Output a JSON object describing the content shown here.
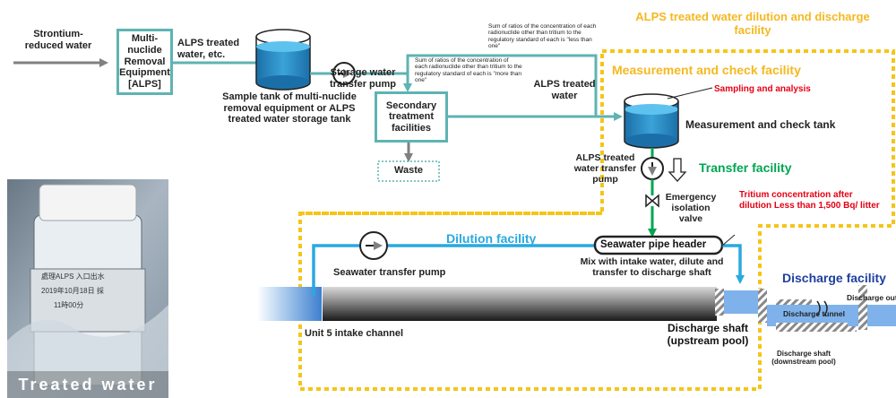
{
  "title": "ALPS treated water dilution and discharge facility",
  "input_label": "Strontium-reduced water",
  "alps_box": "Multi-nuclide Removal Equipment [ALPS]",
  "alps_out": "ALPS treated water, etc.",
  "sample_tank": "Sample tank of multi-nuclide removal equipment or ALPS treated water storage tank",
  "storage_pump": "Storage water transfer pump",
  "note_less": "Sum of ratios of the concentration of each radionuclide other than tritium to the regulatory standard of each is \"less than one\"",
  "note_more": "Sum of ratios of the concentration of each radionuclide other than tritium to the regulatory standard of each is \"more than one\"",
  "secondary_box": "Secondary treatment facilities",
  "waste": "Waste",
  "alps_treated_water": "ALPS treated water",
  "measure_facility": "Measurement and check facility",
  "sampling": "Sampling and analysis",
  "measure_tank": "Measurement and check tank",
  "transfer_pump": "ALPS treated water transfer pump",
  "transfer_facility": "Transfer facility",
  "emergency_valve": "Emergency isolation valve",
  "tritium_note": "Tritium concentration after dilution Less than 1,500 Bq/ litter",
  "dilution_facility": "Dilution facility",
  "seawater_header": "Seawater pipe header",
  "seawater_pump": "Seawater transfer pump",
  "mix_note": "Mix with intake water, dilute and transfer to discharge shaft",
  "intake_channel": "Unit 5 intake channel",
  "discharge_upstream": "Discharge shaft (upstream pool)",
  "discharge_facility": "Discharge facility",
  "discharge_tunnel": "Discharge tunnel",
  "discharge_downstream": "Discharge shaft (downstream pool)",
  "discharge_outlet": "Discharge outlet",
  "photo_caption": "Treated water",
  "bottle_label_1": "處理ALPS 入口出水",
  "bottle_label_2": "2019年10月18日 採",
  "bottle_label_3": "11時00分",
  "colors": {
    "pipe_teal": "#5fb3b3",
    "pipe_blue": "#29a9e1",
    "dotted_orange": "#f5c518",
    "title_orange": "#f5b820",
    "red": "#e60012",
    "green": "#00a651",
    "navy": "#1f3fa0"
  }
}
